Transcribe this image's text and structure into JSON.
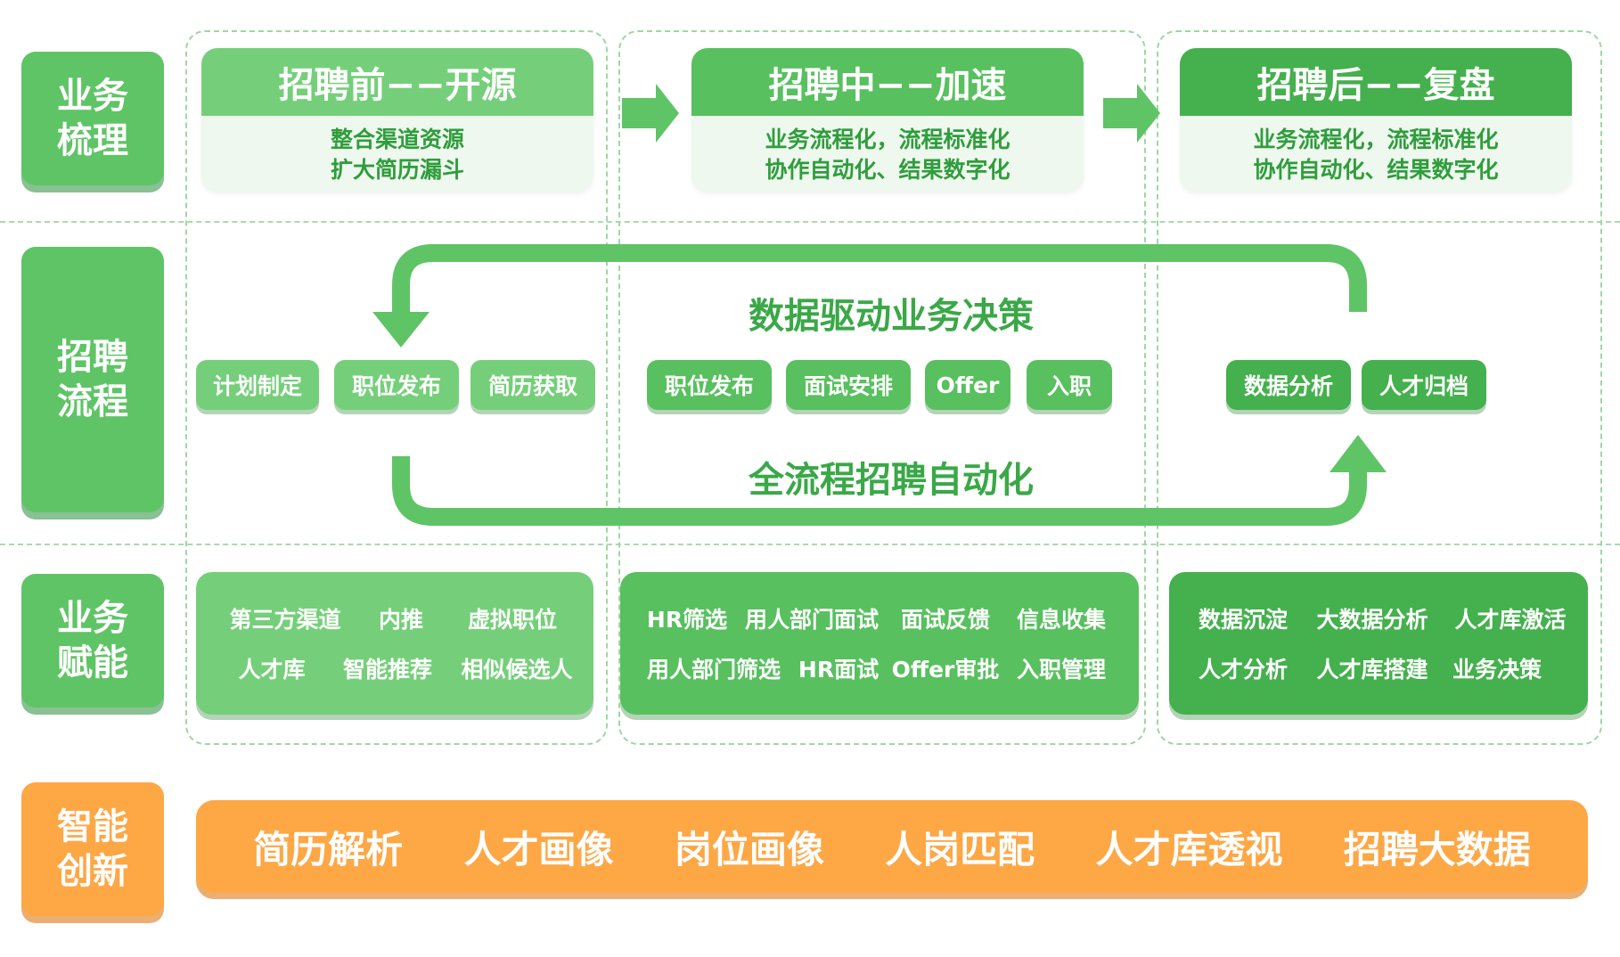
{
  "side_labels": [
    {
      "line1": "业务",
      "line2": "梳理"
    },
    {
      "line1": "招聘",
      "line2": "流程"
    },
    {
      "line1": "业务",
      "line2": "赋能"
    },
    {
      "line1": "智能",
      "line2": "创新"
    }
  ],
  "stages": [
    {
      "title": "招聘前−−开源",
      "line1": "整合渠道资源",
      "line2": "扩大简历漏斗"
    },
    {
      "title": "招聘中−−加速",
      "line1": "业务流程化，流程标准化",
      "line2": "协作自动化、结果数字化"
    },
    {
      "title": "招聘后−−复盘",
      "line1": "业务流程化，流程标准化",
      "line2": "协作自动化、结果数字化"
    }
  ],
  "loop": {
    "top_label": "数据驱动业务决策",
    "bottom_label": "全流程招聘自动化"
  },
  "process_steps": {
    "before": [
      "计划制定",
      "职位发布",
      "简历获取"
    ],
    "during": [
      "职位发布",
      "面试安排",
      "Offer",
      "入职"
    ],
    "after": [
      "数据分析",
      "人才归档"
    ]
  },
  "enablement": {
    "before": [
      [
        "第三方渠道",
        "内推",
        "虚拟职位"
      ],
      [
        "人才库",
        "智能推荐",
        "相似候选人"
      ]
    ],
    "during": [
      [
        "HR筛选",
        "用人部门面试",
        "面试反馈",
        "信息收集"
      ],
      [
        "用人部门筛选",
        "HR面试",
        "Offer审批",
        "入职管理"
      ]
    ],
    "after": [
      [
        "数据沉淀",
        "大数据分析",
        "人才库激活"
      ],
      [
        "人才分析",
        "人才库搭建",
        "业务决策"
      ]
    ]
  },
  "innovation": [
    "简历解析",
    "人才画像",
    "岗位画像",
    "人岗匹配",
    "人才库透视",
    "招聘大数据"
  ],
  "colors": {
    "light_green": "#75cf7a",
    "mid_green": "#58c05f",
    "dark_green": "#45b04e",
    "orange": "#fea745",
    "text_green": "#3aa847"
  }
}
